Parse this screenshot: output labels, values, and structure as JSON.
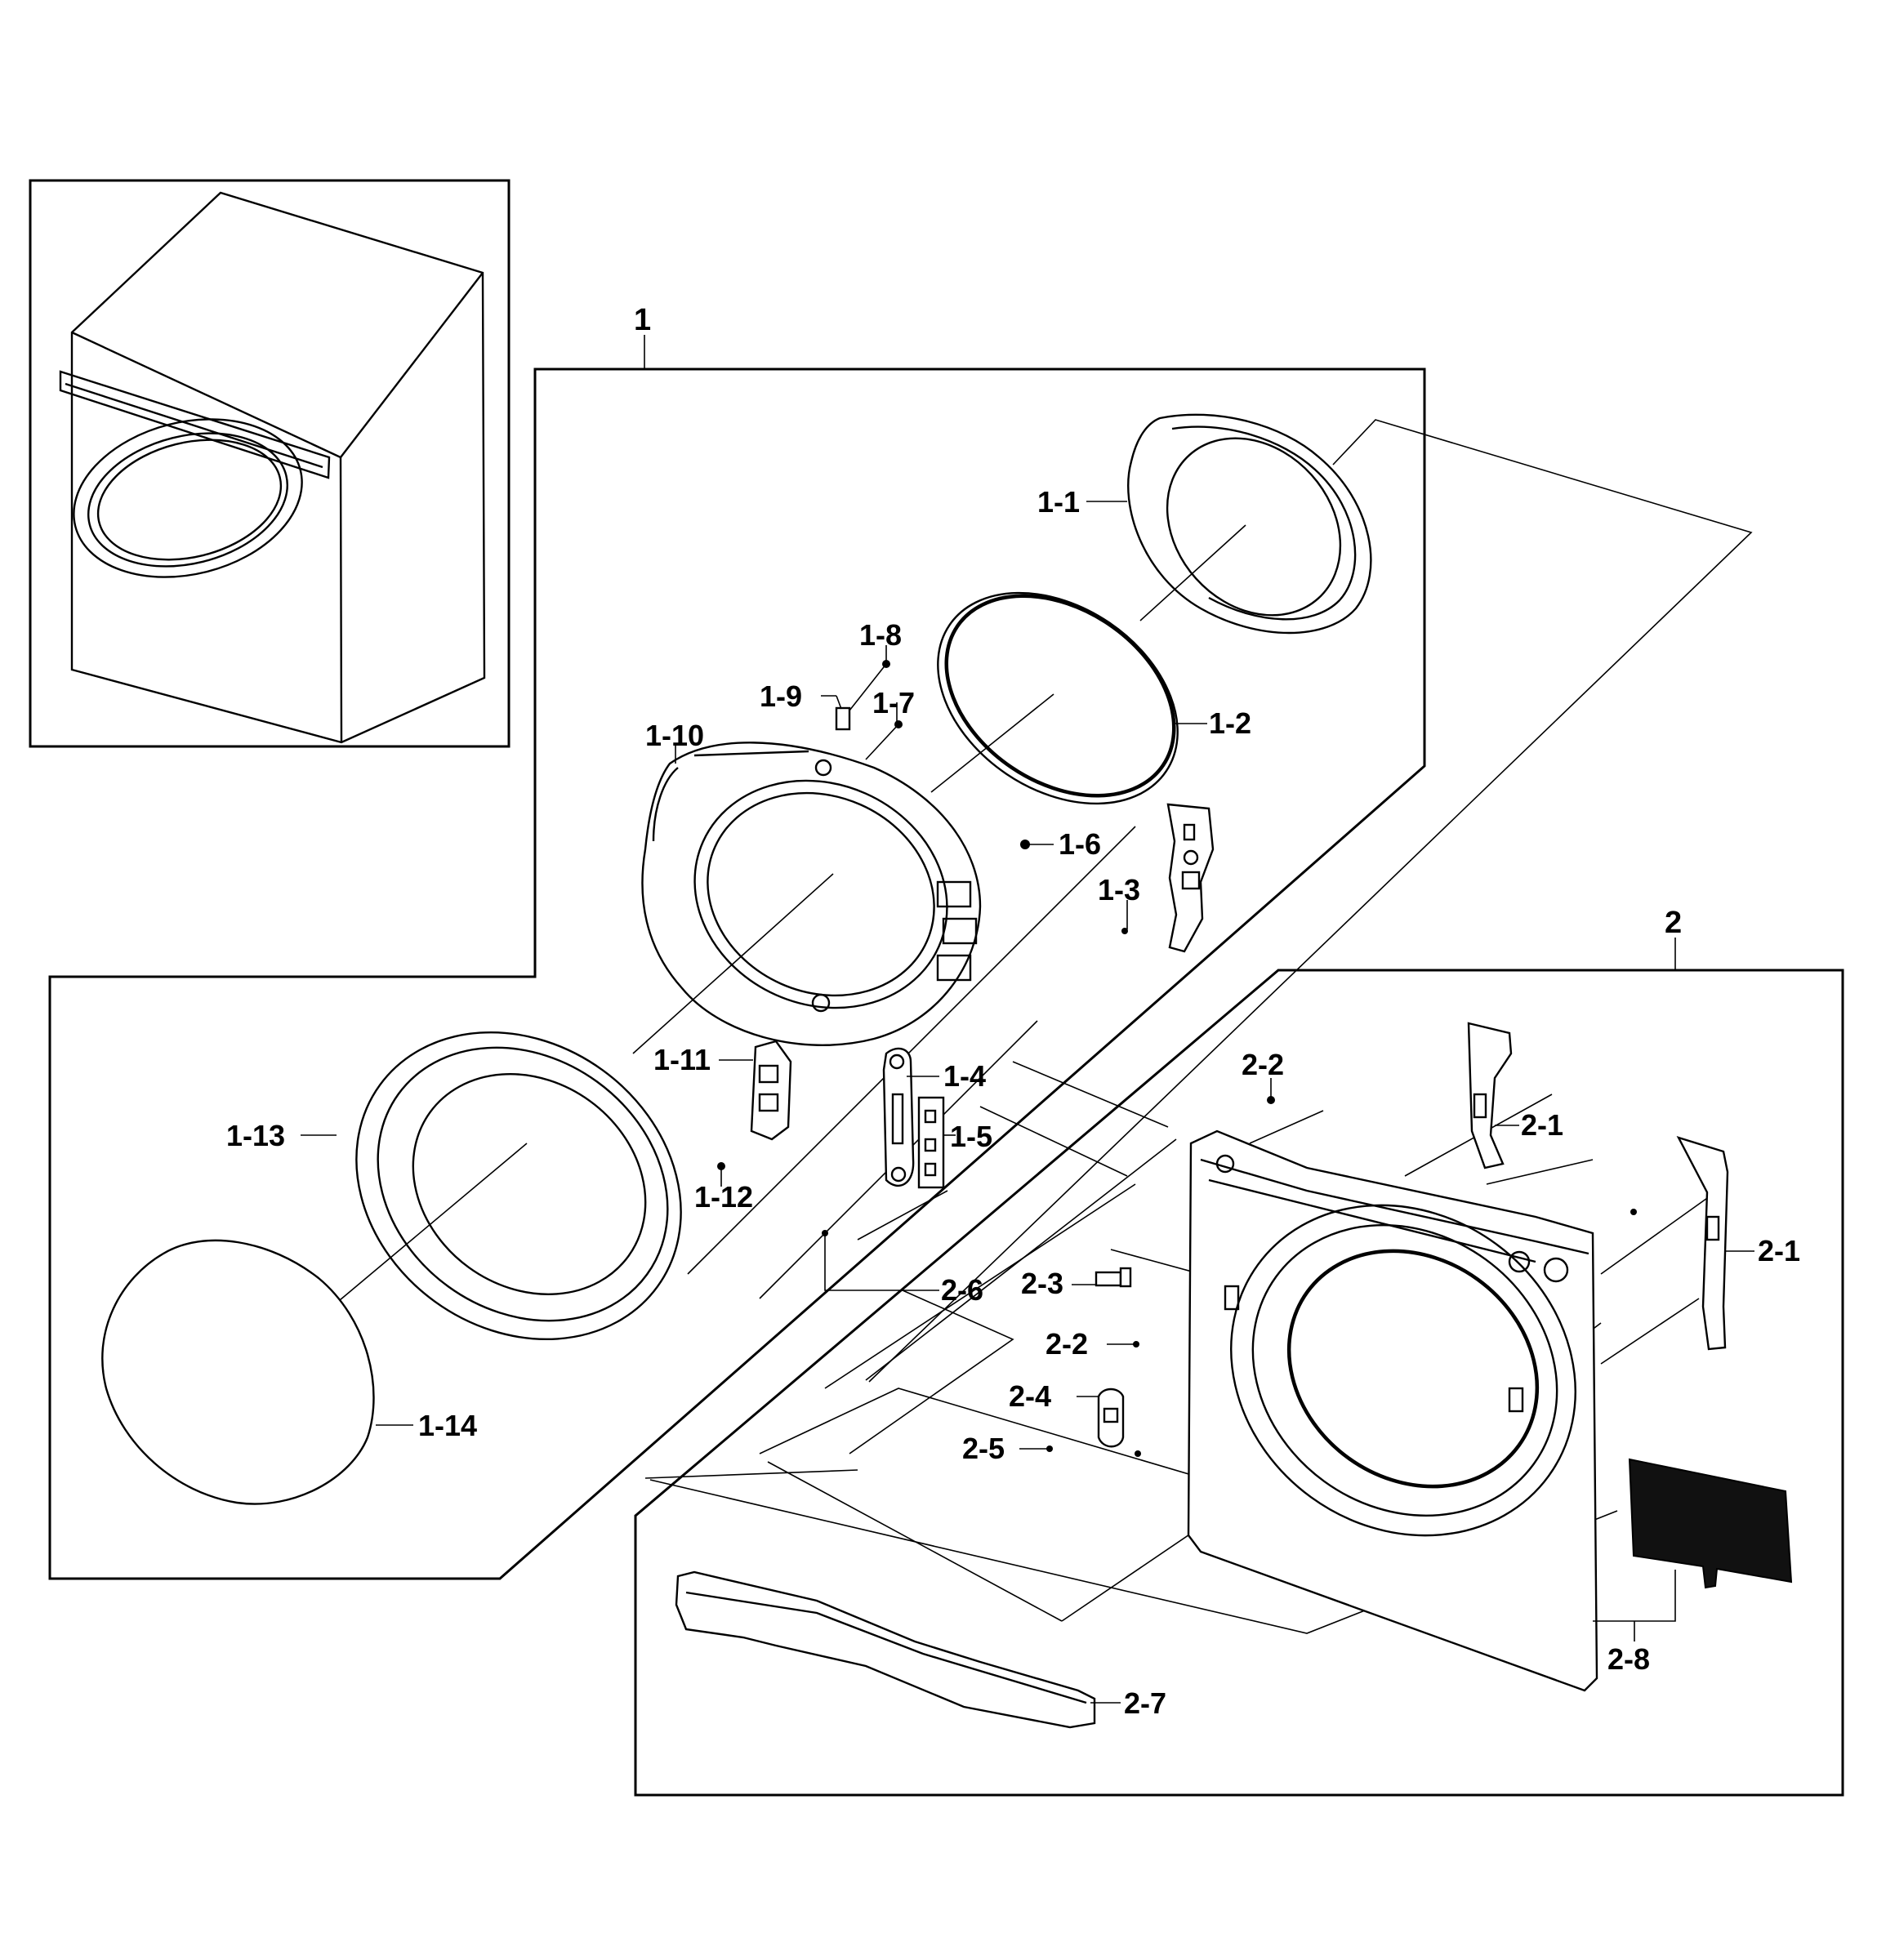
{
  "labels": {
    "group_1": "1",
    "group_2": "2",
    "p1_1": "1-1",
    "p1_2": "1-2",
    "p1_3": "1-3",
    "p1_4": "1-4",
    "p1_5": "1-5",
    "p1_6": "1-6",
    "p1_7": "1-7",
    "p1_8": "1-8",
    "p1_9": "1-9",
    "p1_10": "1-10",
    "p1_11": "1-11",
    "p1_12": "1-12",
    "p1_13": "1-13",
    "p1_14": "1-14",
    "p2_1a": "2-1",
    "p2_1b": "2-1",
    "p2_2a": "2-2",
    "p2_2b": "2-2",
    "p2_3": "2-3",
    "p2_4": "2-4",
    "p2_5": "2-5",
    "p2_6": "2-6",
    "p2_7": "2-7",
    "p2_8": "2-8"
  },
  "icons": [
    "dryer-overview-icon",
    "door-assembly",
    "front-panel-assembly",
    "filter-cover-icon"
  ]
}
